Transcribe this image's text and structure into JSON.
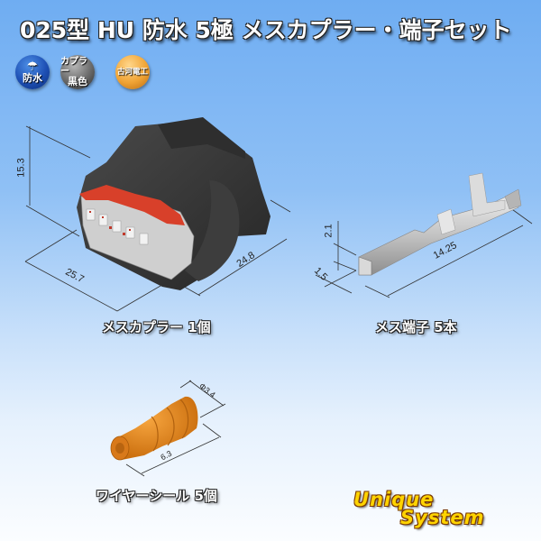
{
  "title": "025型 HU 防水 5極 メスカプラー・端子セット",
  "badges": [
    {
      "icon": "umbrella-icon",
      "line1": "☂",
      "line2": "防水",
      "color": "#1d4fb4"
    },
    {
      "line1": "カプラー",
      "line2": "黒色",
      "color": "#6a6a6a"
    },
    {
      "line1": "古河電工",
      "line2": "",
      "color": "#f0a334"
    }
  ],
  "items": {
    "coupler": {
      "label": "メスカプラー 1個",
      "dimensions": {
        "height": "15.3",
        "width": "25.7",
        "depth": "24.8"
      },
      "color": "#3a3a3a",
      "accent_color": "#d8402a"
    },
    "terminal": {
      "label": "メス端子 5本",
      "dimensions": {
        "height": "2.1",
        "width": "1.5",
        "length": "14.25"
      }
    },
    "seal": {
      "label": "ワイヤーシール 5個",
      "dimensions": {
        "diameter": "Φ3.4",
        "length": "6.3"
      },
      "color": "#e88a1a"
    }
  },
  "logo": {
    "line1": "Unique",
    "line2": "System"
  }
}
